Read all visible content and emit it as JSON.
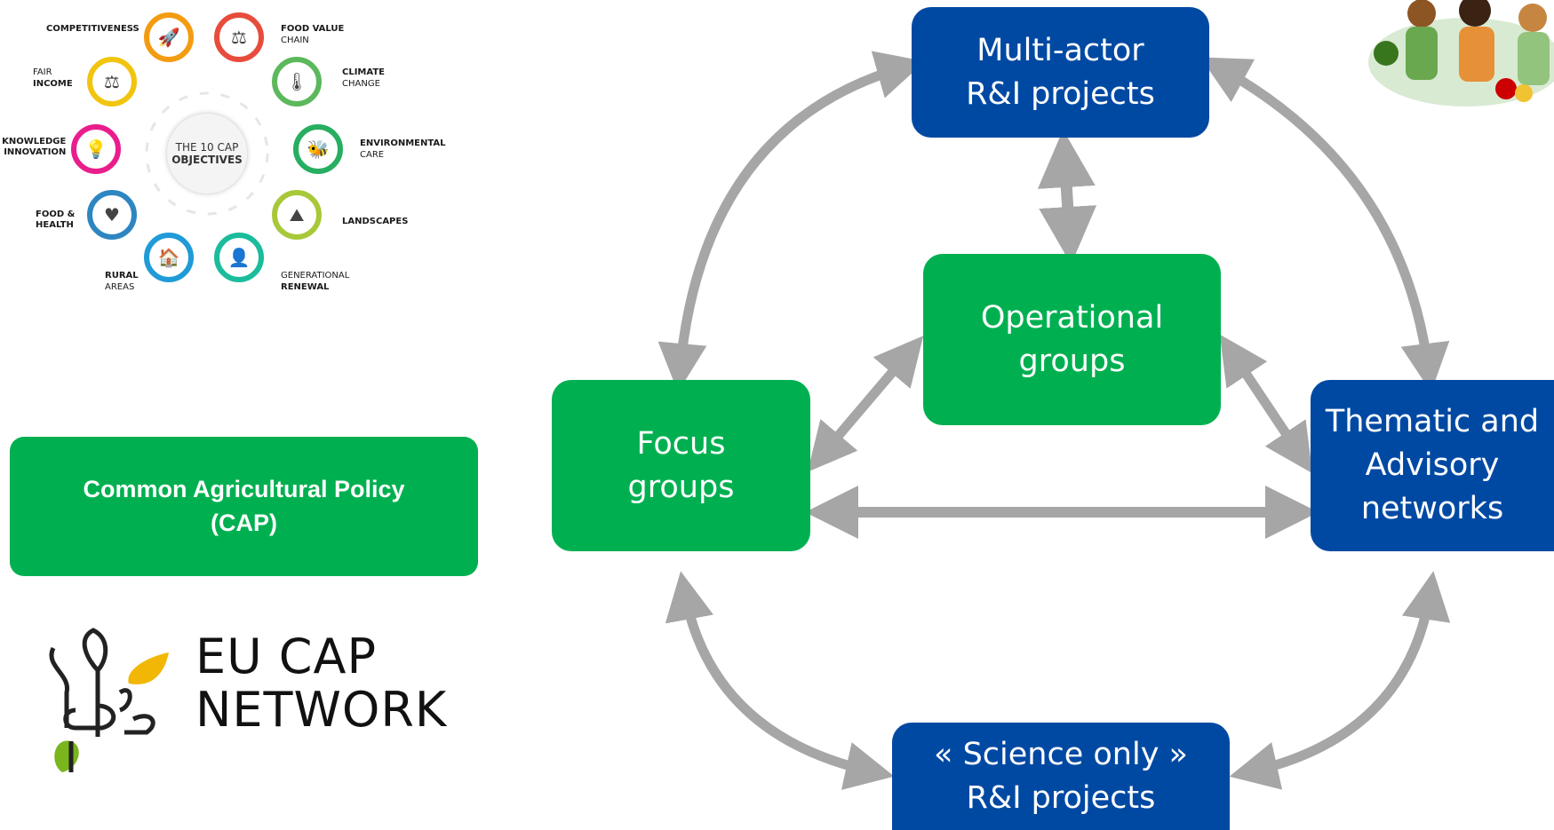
{
  "cap_objectives": {
    "center_line1": "THE 10 CAP",
    "center_line2": "OBJECTIVES",
    "items": [
      {
        "key": "competitiveness",
        "bold": "COMPETITIVENESS",
        "regular": "",
        "color": "#f39c12",
        "icon": "rocket-icon",
        "glyph": "🚀"
      },
      {
        "key": "food-value-chain",
        "bold": "FOOD VALUE",
        "regular": "CHAIN",
        "color": "#e74c3c",
        "icon": "food-chain-icon",
        "glyph": "⚖"
      },
      {
        "key": "fair-income",
        "bold": "INCOME",
        "regular": "FAIR",
        "color": "#f1c40f",
        "icon": "farmer-scale-icon",
        "glyph": "⚖"
      },
      {
        "key": "climate-change",
        "bold": "CLIMATE",
        "regular": "CHANGE",
        "color": "#5cb85c",
        "icon": "globe-thermometer-icon",
        "glyph": "🌡"
      },
      {
        "key": "knowledge-innovation",
        "bold": "KNOWLEDGE\n& INNOVATION",
        "regular": "",
        "color": "#e91e8c",
        "icon": "lightbulb-icon",
        "glyph": "💡"
      },
      {
        "key": "environmental-care",
        "bold": "ENVIRONMENTAL",
        "regular": "CARE",
        "color": "#27ae60",
        "icon": "bee-icon",
        "glyph": "🐝"
      },
      {
        "key": "food-health",
        "bold": "FOOD &\nHEALTH",
        "regular": "",
        "color": "#2e86c1",
        "icon": "food-health-icon",
        "glyph": "♥"
      },
      {
        "key": "landscapes",
        "bold": "LANDSCAPES",
        "regular": "",
        "color": "#a8c83a",
        "icon": "landscape-icon",
        "glyph": "⛰"
      },
      {
        "key": "rural-areas",
        "bold": "RURAL",
        "regular": "AREAS",
        "color": "#1f9bd7",
        "icon": "rural-village-icon",
        "glyph": "🏠"
      },
      {
        "key": "generational-renewal",
        "bold": "RENEWAL",
        "regular": "GENERATIONAL",
        "color": "#1abc9c",
        "icon": "young-farmer-icon",
        "glyph": "👤"
      }
    ]
  },
  "cap_label": "Common Agricultural Policy\n(CAP)",
  "network_logo": {
    "line1": "EU CAP",
    "line2": "NETWORK"
  },
  "nodes": {
    "multi_actor": {
      "label": "Multi-actor\nR&I projects",
      "color": "#0049a3"
    },
    "operational": {
      "label": "Operational\ngroups",
      "color": "#00b050"
    },
    "focus": {
      "label": "Focus\ngroups",
      "color": "#00b050"
    },
    "thematic": {
      "label": "Thematic and\nAdvisory\nnetworks",
      "color": "#0049a3"
    },
    "science_only": {
      "label": "« Science only »\nR&I projects",
      "color": "#0049a3"
    }
  },
  "arrow_color": "#a6a6a6"
}
